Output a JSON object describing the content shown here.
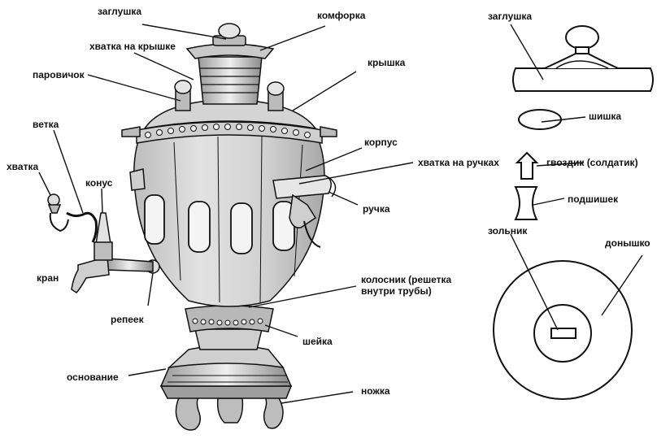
{
  "labels": {
    "zaglushka_left": "заглушка",
    "komforka": "комфорка",
    "khvatka_na_kryshke": "хватка на крышке",
    "kryshka": "крышка",
    "parovichok": "паровичок",
    "vetka": "ветка",
    "korpus": "корпус",
    "khvatka": "хватка",
    "konus": "конус",
    "khvatka_na_ruchkakh": "хватка на ручках",
    "ruchka": "ручка",
    "kran": "кран",
    "kolosnik": "колосник (решетка внутри трубы)",
    "repeek": "репеек",
    "sheyka": "шейка",
    "osnovanie": "основание",
    "nozhka": "ножка",
    "zaglushka_right": "заглушка",
    "shishka": "шишка",
    "gvozdik": "гвоздик (солдатик)",
    "podshishek": "подшишек",
    "zolnik": "зольник",
    "donyshko": "донышко"
  },
  "colors": {
    "ink": "#111111",
    "body_shade": "#d6d6d6",
    "metal_light": "#e9e9e9",
    "background": "#ffffff"
  }
}
